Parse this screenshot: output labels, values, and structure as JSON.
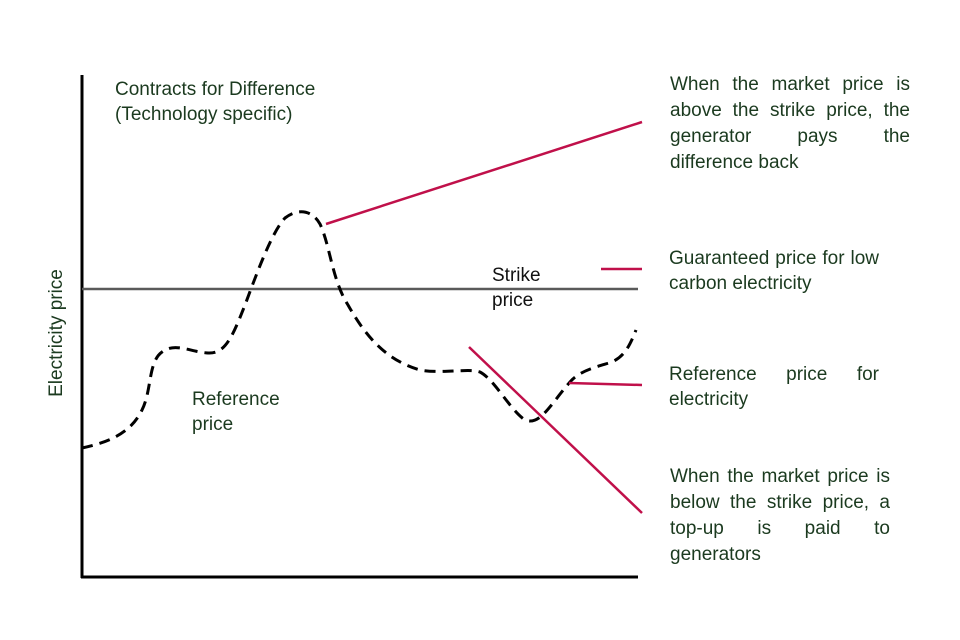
{
  "title_line1": "Contracts for Difference",
  "title_line2": "(Technology specific)",
  "y_axis_label": "Electricity price",
  "strike_label_line1": "Strike",
  "strike_label_line2": "price",
  "reference_label_line1": "Reference",
  "reference_label_line2": "price",
  "annotations": {
    "above": "When the market price is above the strike price, the generator pays the difference back",
    "guaranteed": "Guaranteed price for low carbon electricity",
    "reference": "Reference price for electricity",
    "below": "When the market price is below the strike price, a top-up is paid to generators"
  },
  "colors": {
    "accent": "#c0104a",
    "strike": "#5a5a5a",
    "text": "#1b3a1f"
  }
}
